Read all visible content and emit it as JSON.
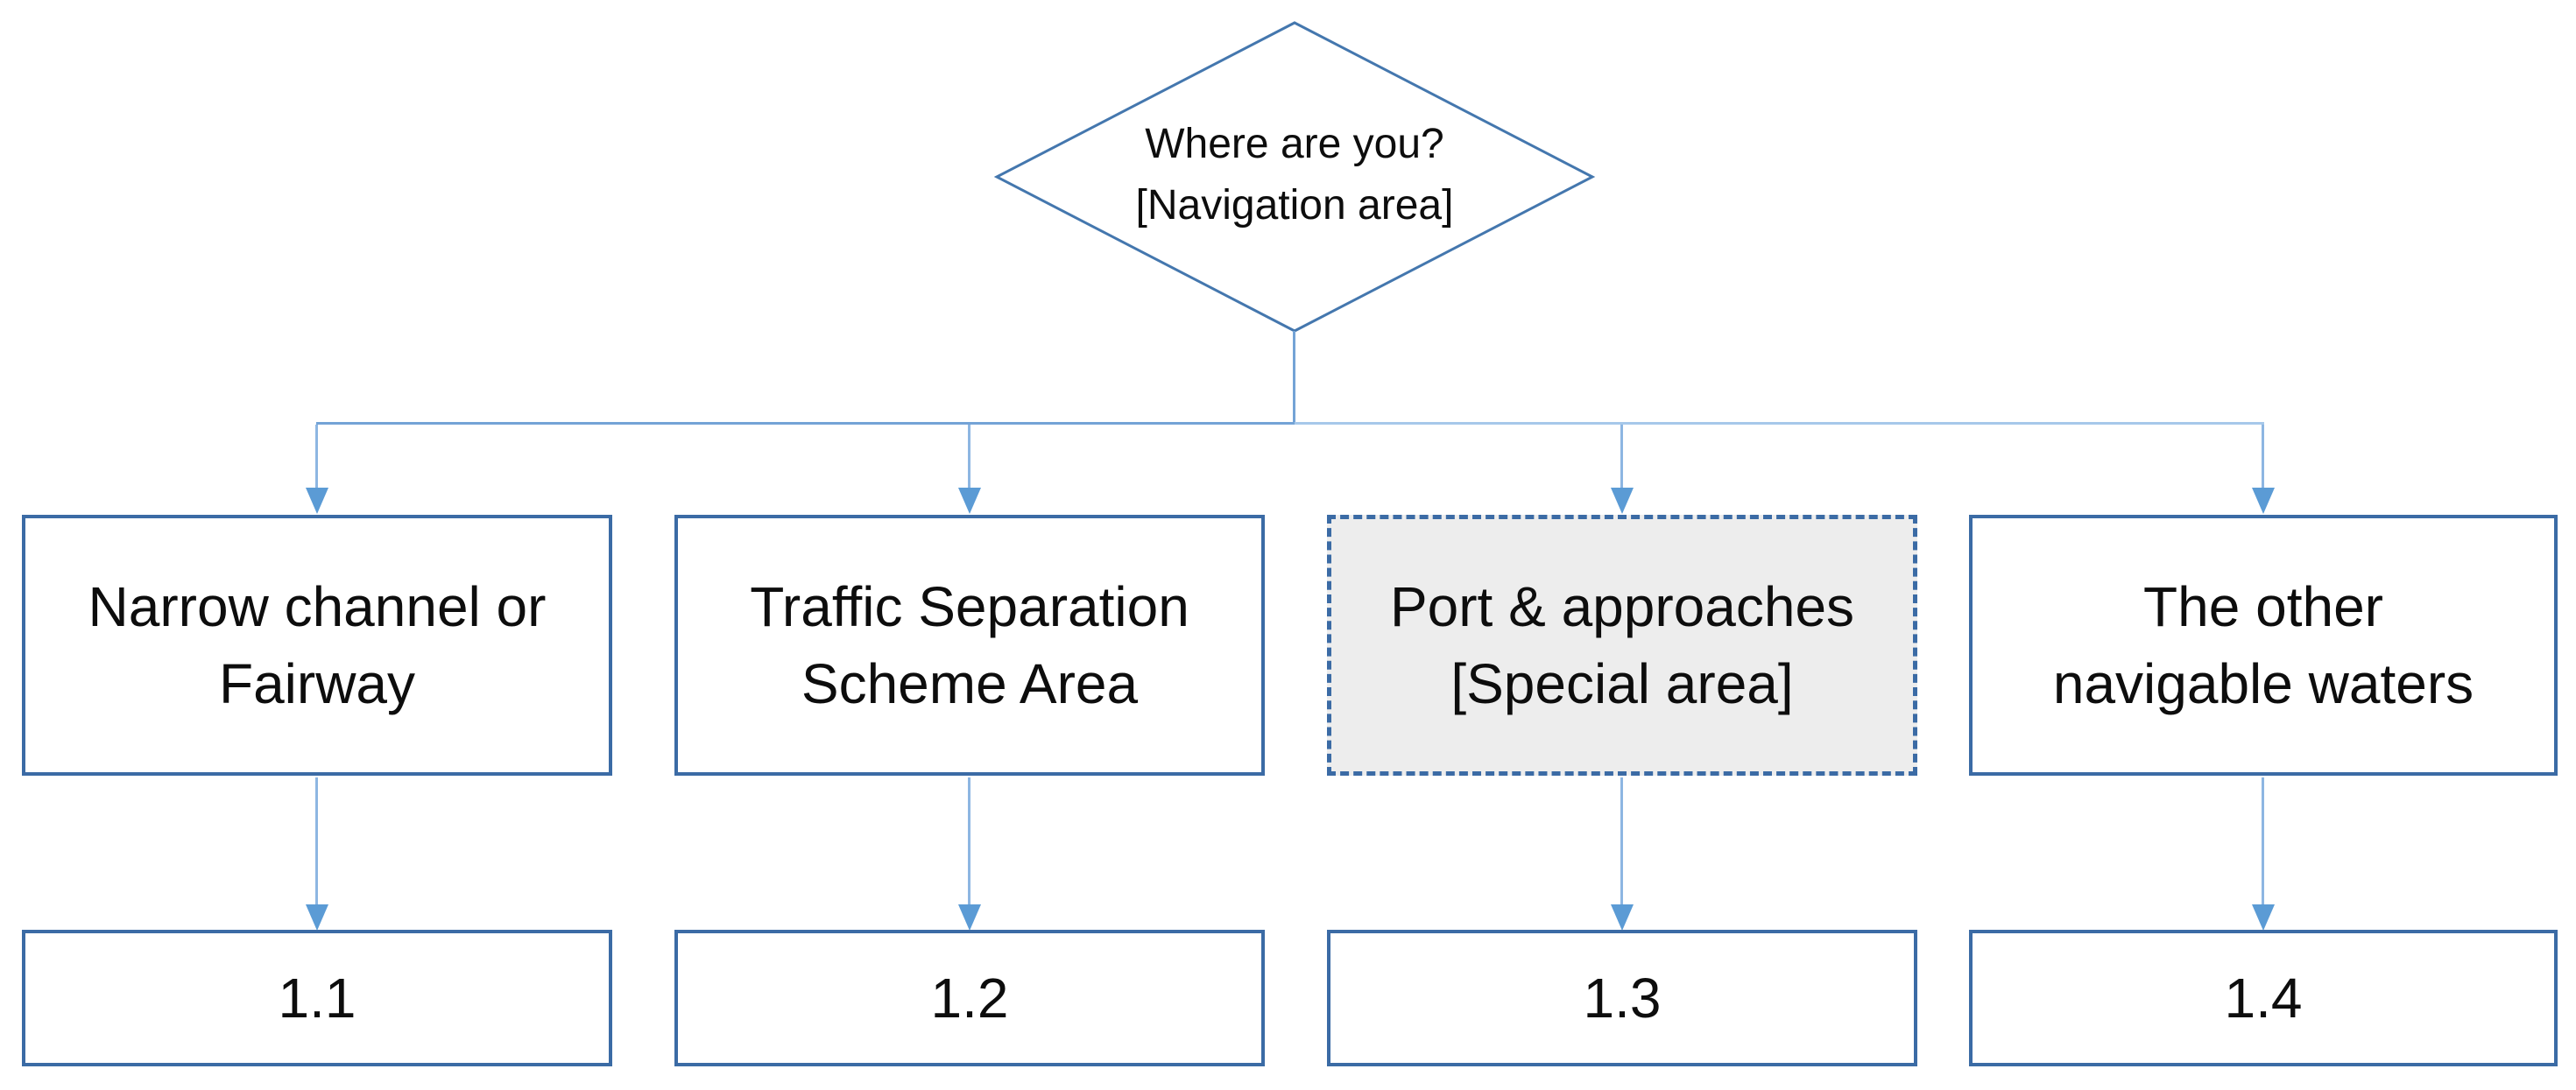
{
  "diamond": {
    "line1": "Where are you?",
    "line2": "[Navigation area]"
  },
  "branches": [
    {
      "title_line1": "Narrow channel or",
      "title_line2": "Fairway",
      "result": "1.1",
      "variant": "solid"
    },
    {
      "title_line1": "Traffic Separation",
      "title_line2": "Scheme Area",
      "result": "1.2",
      "variant": "solid"
    },
    {
      "title_line1": "Port & approaches",
      "title_line2": "[Special area]",
      "result": "1.3",
      "variant": "dashed-highlight"
    },
    {
      "title_line1": "The other",
      "title_line2": "navigable waters",
      "result": "1.4",
      "variant": "solid"
    }
  ],
  "colors": {
    "box_border": "#3b6ba5",
    "diamond_border": "#4477ae",
    "connector_dark": "#74a3d6",
    "connector_light": "#a6c8ea",
    "connector_drop": "#8db6e2",
    "arrowhead": "#5b9bd5",
    "special_box_fill": "#ededed",
    "text": "#0d0d0d"
  }
}
